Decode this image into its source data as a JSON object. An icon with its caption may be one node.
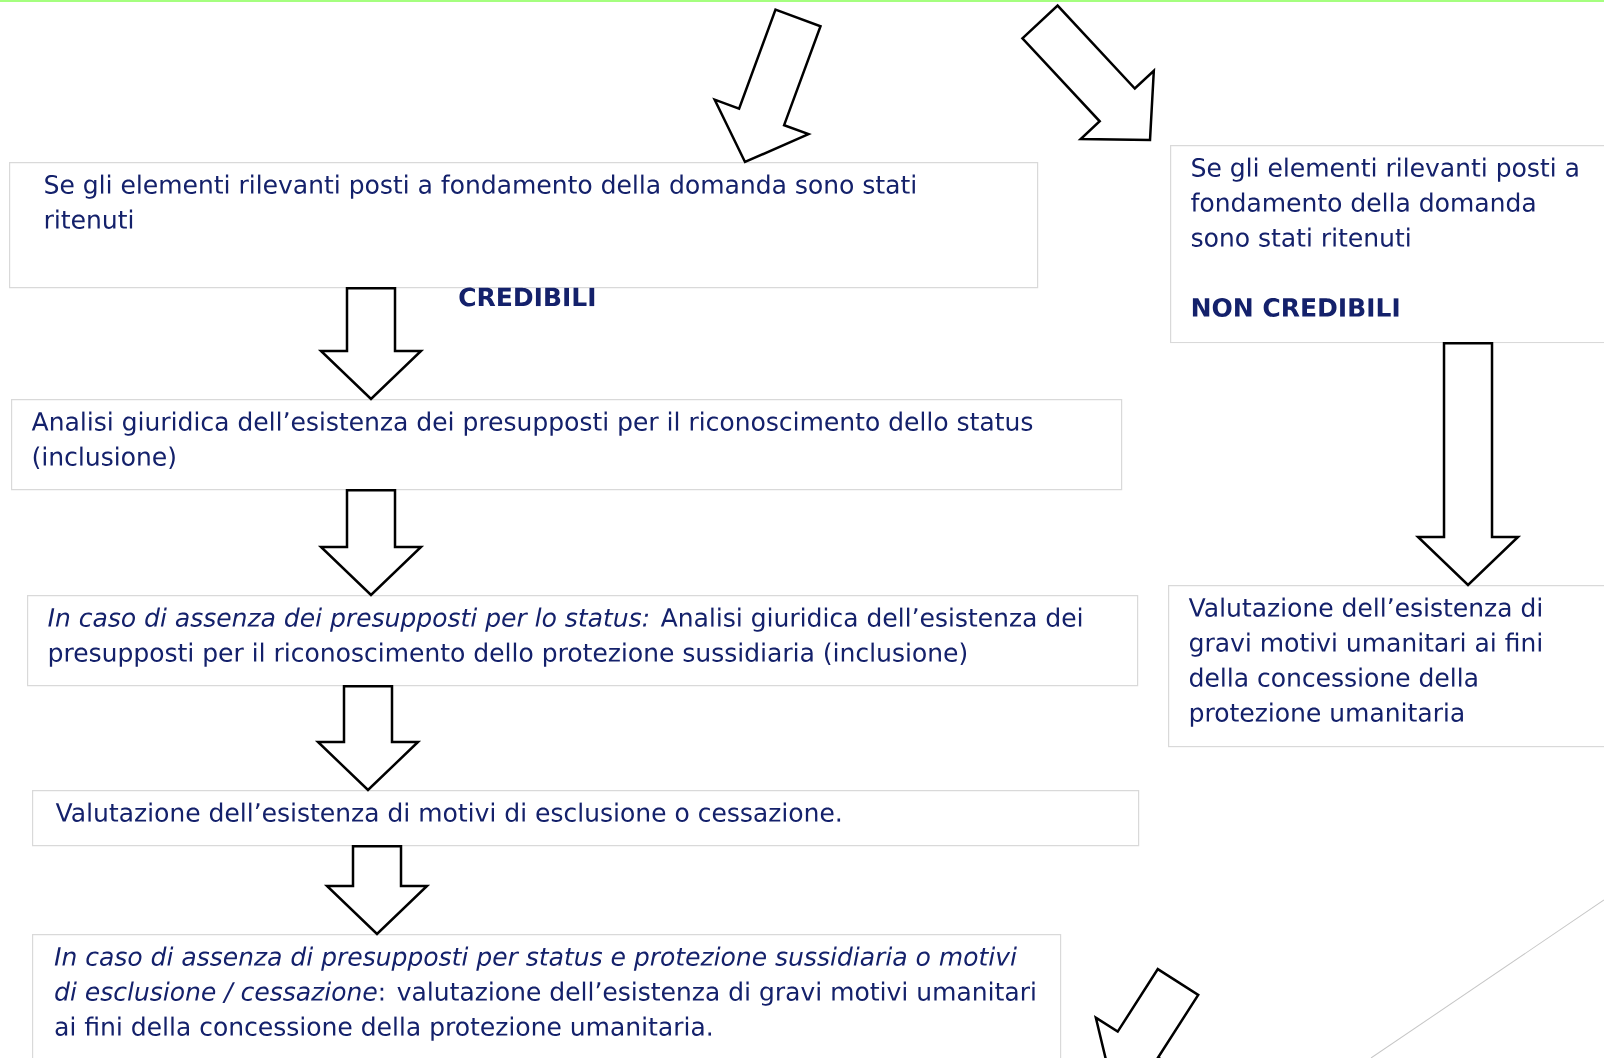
{
  "diagram": {
    "nodes": [
      {
        "text": [
          "Se gli elementi rilevanti posti a fondamento della domanda sono stati ritenuti",
          "CREDIBILI"
        ]
      },
      {
        "text": [
          "Se gli elementi rilevanti posti a fondamento della domanda sono stati ritenuti",
          "NON CREDIBILI"
        ]
      },
      {
        "text": [
          "Analisi giuridica dell’esistenza dei presupposti per il riconoscimento dello status (inclusione)"
        ]
      },
      {
        "text": [
          "*In caso di assenza dei presupposti per lo status:* Analisi giuridica dell’esistenza dei presupposti per il riconoscimento dello protezione sussidiaria (inclusione)"
        ]
      },
      {
        "text": [
          "Valutazione dell’esistenza di motivi di esclusione o cessazione."
        ]
      },
      {
        "text": [
          "*In caso di assenza di presupposti per status e protezione sussidiaria o motivi di esclusione / cessazione*: valutazione dell’esistenza di gravi motivi umanitari ai fini della concessione della protezione umanitaria."
        ]
      },
      {
        "text": [
          "Valutazione dell’esistenza di gravi motivi umanitari ai fini della concessione della protezione umanitaria"
        ]
      }
    ],
    "edges": [
      {
        "from": null,
        "to": 0,
        "arrow": "to"
      },
      {
        "from": null,
        "to": 1,
        "arrow": "to"
      },
      {
        "from": 0,
        "to": 2,
        "arrow": "to"
      },
      {
        "from": 2,
        "to": 3,
        "arrow": "to"
      },
      {
        "from": 3,
        "to": 4,
        "arrow": "to"
      },
      {
        "from": 4,
        "to": 5,
        "arrow": "to"
      },
      {
        "from": 1,
        "to": 6,
        "arrow": "to"
      }
    ]
  }
}
